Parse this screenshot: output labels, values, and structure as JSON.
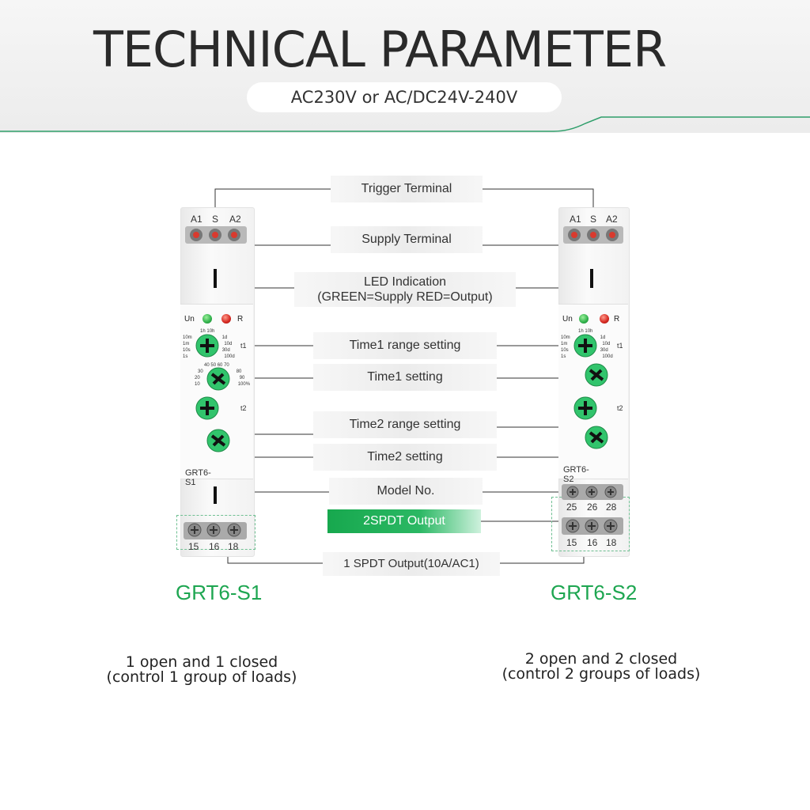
{
  "header": {
    "title": "TECHNICAL PARAMETER",
    "subtitle": "AC230V or AC/DC24V-240V"
  },
  "callouts": [
    {
      "id": "trigger",
      "label": "Trigger Terminal"
    },
    {
      "id": "supply",
      "label": "Supply Terminal"
    },
    {
      "id": "led",
      "line1": "LED Indication",
      "line2": "(GREEN=Supply RED=Output)"
    },
    {
      "id": "time1-range",
      "label": "Time1 range setting"
    },
    {
      "id": "time1",
      "label": "Time1 setting"
    },
    {
      "id": "time2-range",
      "label": "Time2 range setting"
    },
    {
      "id": "time2",
      "label": "Time2 setting"
    },
    {
      "id": "model",
      "label": "Model No."
    },
    {
      "id": "output2",
      "label": "2SPDT Output"
    },
    {
      "id": "output1",
      "label": "1 SPDT Output(10A/AC1)"
    }
  ],
  "devices": {
    "left": {
      "model_label": "GRT6-S1",
      "caption": "GRT6-S1",
      "desc_line1": "1 open and 1 closed",
      "desc_line2": "(control 1 group of loads)",
      "top_terminals": [
        "A1",
        "S",
        "A2"
      ],
      "bottom_terminals": [
        "15",
        "16",
        "18"
      ],
      "led_labels": [
        "Un",
        "R"
      ],
      "range_scale": [
        "1h",
        "10h",
        "10m",
        "1d",
        "1m",
        "10d",
        "10s",
        "30d",
        "1s",
        "100d"
      ],
      "percent_scale": [
        "40",
        "50",
        "60",
        "70",
        "30",
        "80",
        "20",
        "90",
        "10",
        "100%"
      ],
      "t1_label": "t1",
      "t2_label": "t2"
    },
    "right": {
      "model_label": "GRT6-S2",
      "caption": "GRT6-S2",
      "desc_line1": "2 open and 2 closed",
      "desc_line2": "(control 2 groups of loads)",
      "top_terminals": [
        "A1",
        "S",
        "A2"
      ],
      "mid_terminals": [
        "25",
        "26",
        "28"
      ],
      "bottom_terminals": [
        "15",
        "16",
        "18"
      ],
      "led_labels": [
        "Un",
        "R"
      ],
      "t1_label": "t1",
      "t2_label": "t2"
    }
  },
  "colors": {
    "accent_green": "#1ea651",
    "divider_green": "#2e9e6a",
    "led_green": "#2fb04a",
    "led_red": "#d4261f",
    "dial_green": "#31c46c",
    "terminal_red": "#d93a2e"
  }
}
